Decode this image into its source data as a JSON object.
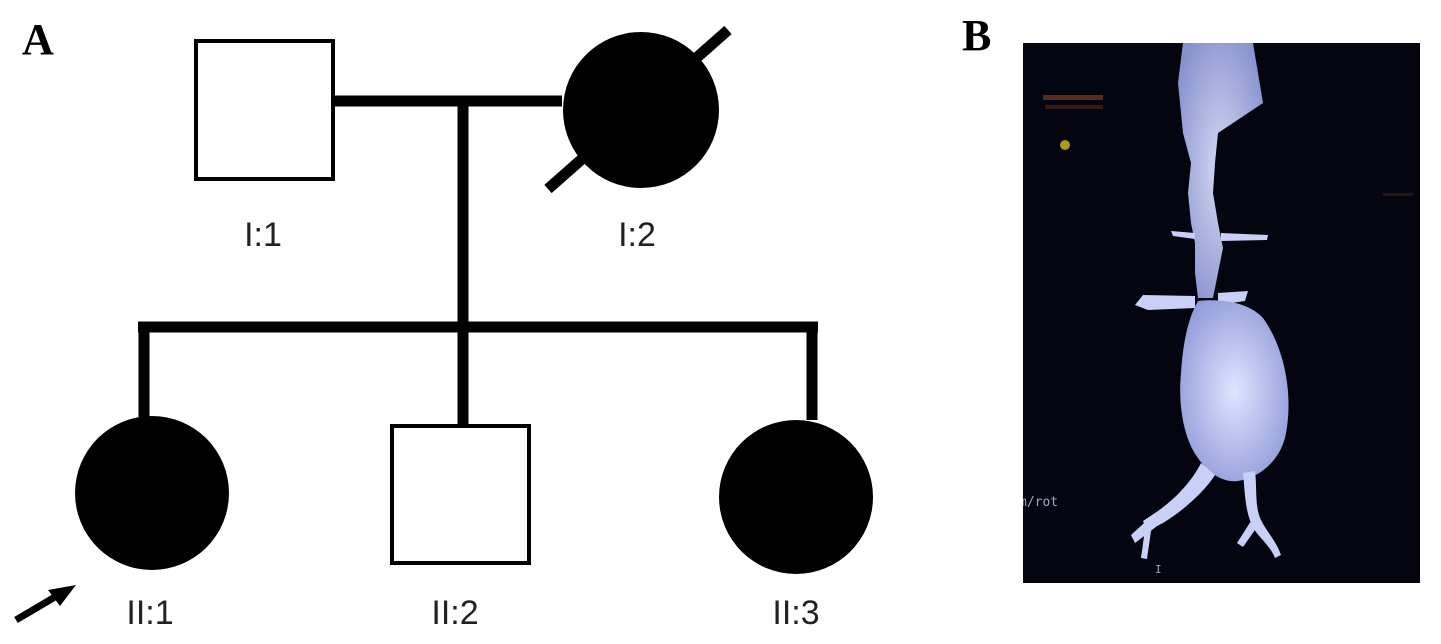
{
  "panels": {
    "a_label": "A",
    "b_label": "B"
  },
  "pedigree": {
    "individuals": [
      {
        "id": "I:1",
        "sex": "male",
        "affected": false,
        "deceased": false,
        "proband": false
      },
      {
        "id": "I:2",
        "sex": "female",
        "affected": true,
        "deceased": true,
        "proband": false
      },
      {
        "id": "II:1",
        "sex": "female",
        "affected": true,
        "deceased": false,
        "proband": true
      },
      {
        "id": "II:2",
        "sex": "male",
        "affected": false,
        "deceased": false,
        "proband": false
      },
      {
        "id": "II:3",
        "sex": "female",
        "affected": true,
        "deceased": false,
        "proband": false
      }
    ],
    "colors": {
      "affected_fill": "#000000",
      "unaffected_fill": "#ffffff",
      "line": "#000000"
    }
  },
  "ct_image": {
    "overlay_text": "m/rot",
    "corner_mark": "I",
    "colors": {
      "background": "#050510",
      "vessel": "#c8d0f8"
    }
  }
}
